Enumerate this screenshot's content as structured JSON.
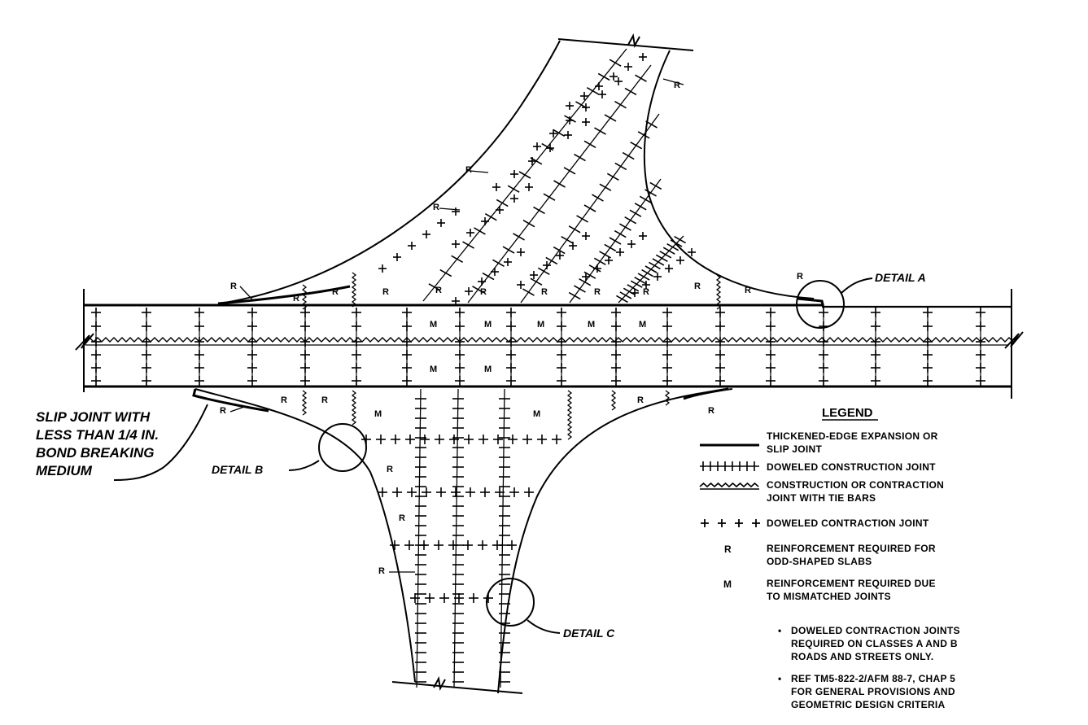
{
  "annotations": {
    "slip_joint": [
      "SLIP JOINT WITH",
      "LESS THAN 1/4 IN.",
      "BOND BREAKING",
      "MEDIUM"
    ],
    "detail_a": "DETAIL A",
    "detail_b": "DETAIL B",
    "detail_c": "DETAIL C"
  },
  "slab_marks": {
    "reinforcement": "R",
    "mismatched": "M"
  },
  "legend": {
    "title": "LEGEND",
    "items": [
      {
        "symbol": "thick-line",
        "lines": [
          "THICKENED-EDGE EXPANSION OR",
          "SLIP JOINT"
        ]
      },
      {
        "symbol": "doweled-construction",
        "lines": [
          "DOWELED CONSTRUCTION JOINT"
        ]
      },
      {
        "symbol": "tie-bar",
        "lines": [
          "CONSTRUCTION OR CONTRACTION",
          "JOINT WITH TIE BARS"
        ]
      },
      {
        "symbol": "crosses",
        "lines": [
          "DOWELED CONTRACTION JOINT"
        ]
      },
      {
        "symbol": "R",
        "lines": [
          "REINFORCEMENT REQUIRED FOR",
          "ODD-SHAPED SLABS"
        ]
      },
      {
        "symbol": "M",
        "lines": [
          "REINFORCEMENT REQUIRED DUE",
          "TO MISMATCHED JOINTS"
        ]
      }
    ],
    "notes": [
      {
        "bullet": "•",
        "lines": [
          "DOWELED CONTRACTION JOINTS",
          "REQUIRED ON CLASSES A AND B",
          "ROADS AND STREETS ONLY."
        ]
      },
      {
        "bullet": "•",
        "lines": [
          "REF  TM5-822-2/AFM 88-7, CHAP 5",
          "FOR GENERAL PROVISIONS AND",
          "GEOMETRIC DESIGN CRITERIA"
        ]
      }
    ]
  }
}
